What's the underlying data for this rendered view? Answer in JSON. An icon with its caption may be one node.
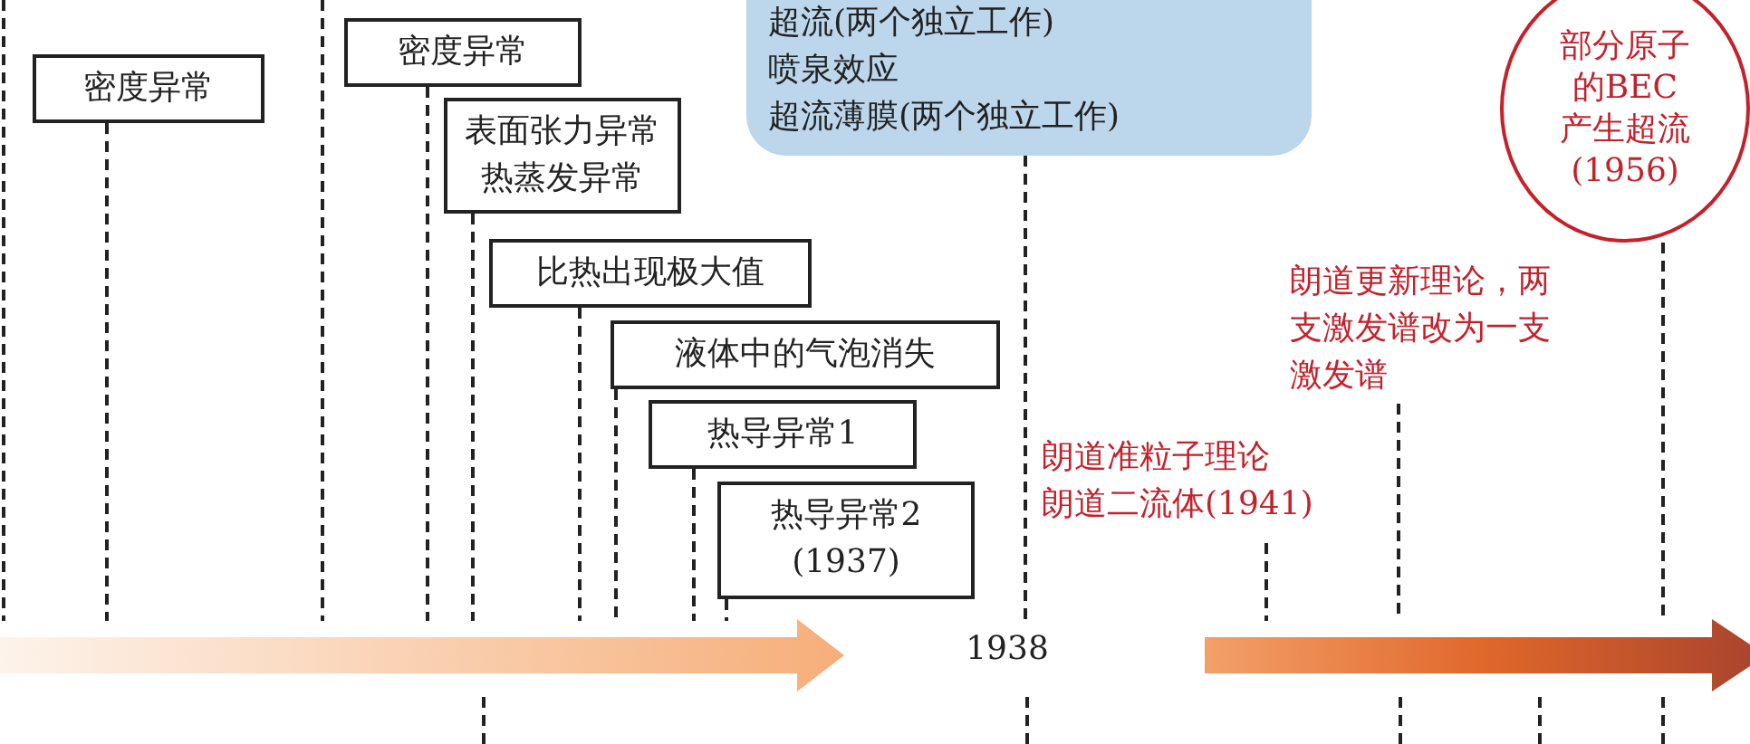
{
  "diagram": {
    "nodes": [
      {
        "text": [
          "密度异常"
        ]
      },
      {
        "text": [
          "密度异常"
        ]
      },
      {
        "text": [
          "表面张力异常",
          "热蒸发异常"
        ]
      },
      {
        "text": [
          "比热出现极大值"
        ]
      },
      {
        "text": [
          "液体中的气泡消失"
        ]
      },
      {
        "text": [
          "热导异常1"
        ]
      },
      {
        "text": [
          "热导异常2 (1937)"
        ]
      },
      {
        "text": [
          "超流(两个独立工作)",
          "喷泉效应",
          "超流薄膜(两个独立工作)"
        ]
      },
      {
        "text": [
          "朗道更新理论，两支激发谱改为一支激发谱"
        ]
      },
      {
        "text": [
          "朗道准粒子理论",
          "朗道二流体(1941)"
        ]
      },
      {
        "text": [
          "部分原子的BEC产生超流(1956)"
        ]
      },
      {
        "text": [
          "1938"
        ]
      }
    ],
    "edges": [
      {
        "from": 0,
        "to": null,
        "arrow": "none",
        "style": "dashed"
      },
      {
        "from": 1,
        "to": null,
        "arrow": "none",
        "style": "dashed"
      },
      {
        "from": 2,
        "to": null,
        "arrow": "none",
        "style": "dashed"
      },
      {
        "from": 3,
        "to": null,
        "arrow": "none",
        "style": "dashed"
      },
      {
        "from": 4,
        "to": null,
        "arrow": "none",
        "style": "dashed"
      },
      {
        "from": 5,
        "to": null,
        "arrow": "none",
        "style": "dashed"
      },
      {
        "from": 6,
        "to": null,
        "arrow": "none",
        "style": "dashed"
      },
      {
        "from": 7,
        "to": 11,
        "arrow": "none",
        "style": "dashed"
      },
      {
        "from": 8,
        "to": null,
        "arrow": "none",
        "style": "dashed"
      },
      {
        "from": 9,
        "to": null,
        "arrow": "none",
        "style": "dashed"
      },
      {
        "from": 10,
        "to": null,
        "arrow": "none",
        "style": "dashed"
      }
    ]
  }
}
